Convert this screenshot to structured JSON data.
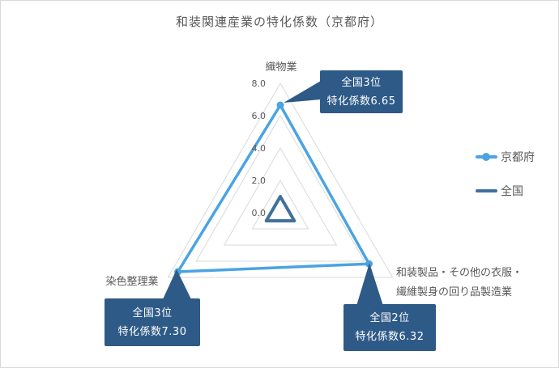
{
  "title": "和装関連産業の特化係数（京都府）",
  "chart_data": {
    "type": "radar",
    "title": "和装関連産業の特化係数（京都府）",
    "categories": [
      "織物業",
      "和装製品・その他の衣服・繊維製身の回り品製造業",
      "染色整理業"
    ],
    "series": [
      {
        "name": "京都府",
        "values": [
          6.65,
          6.32,
          7.3
        ],
        "color": "#4BA3E3",
        "marker": true
      },
      {
        "name": "全国",
        "values": [
          1.0,
          1.0,
          1.0
        ],
        "color": "#41719C",
        "marker": false
      }
    ],
    "axis": {
      "min": 0.0,
      "max": 8.0,
      "interval": 2.0,
      "tick_labels": [
        "0.0",
        "2.0",
        "4.0",
        "6.0",
        "8.0"
      ]
    },
    "grid": true,
    "legend_position": "right"
  },
  "axis_label_lines": {
    "wasou_line1": "和装製品・その他の衣服・",
    "wasou_line2": "繊維製身の回り品製造業"
  },
  "annotations": [
    {
      "category": "織物業",
      "rank": "全国3位",
      "value_label": "特化係数6.65"
    },
    {
      "category": "和装製品・その他の衣服・繊維製身の回り品製造業",
      "rank": "全国2位",
      "value_label": "特化係数6.32"
    },
    {
      "category": "染色整理業",
      "rank": "全国3位",
      "value_label": "特化係数7.30"
    }
  ],
  "colors": {
    "kyoto_series": "#4BA3E3",
    "national_series": "#41719C",
    "callout_bg": "#2E5A87",
    "grid_line": "#D9D9D9",
    "text": "#595959"
  }
}
